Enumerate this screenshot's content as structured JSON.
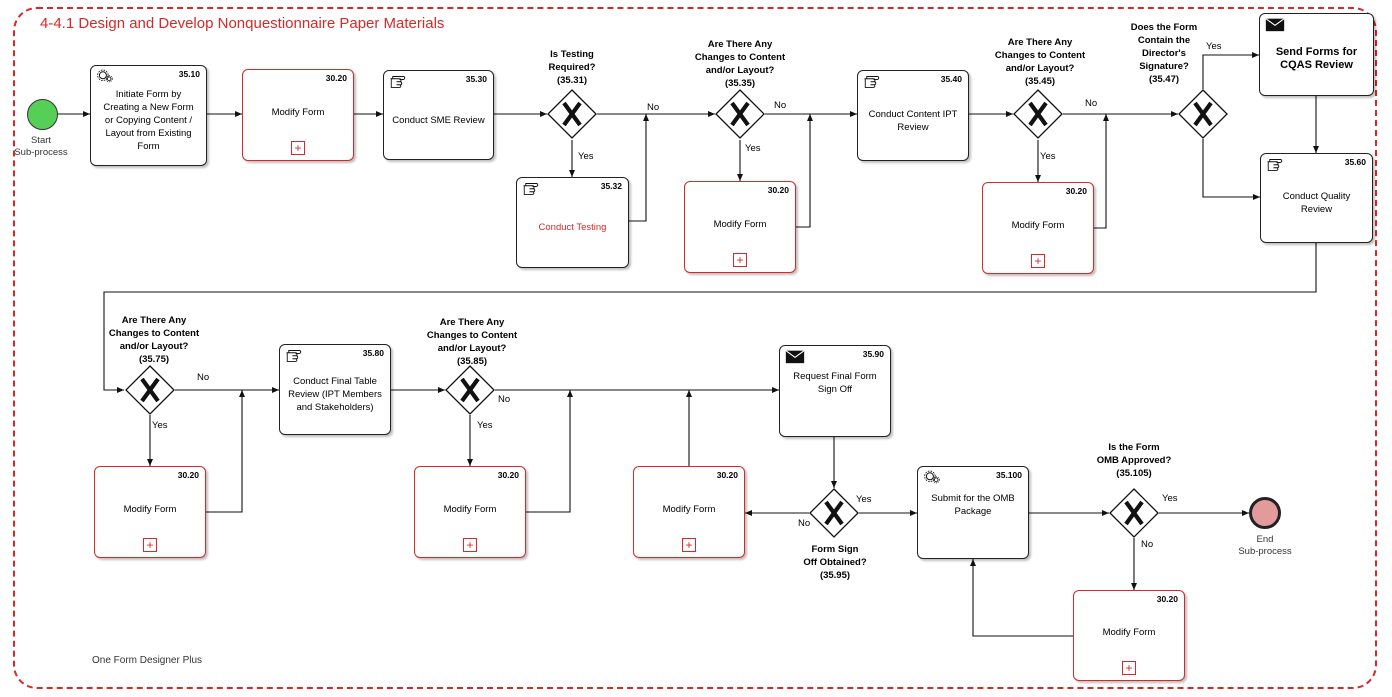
{
  "title": "4-4.1 Design and Develop Nonquestionnaire Paper Materials",
  "footer": "One Form Designer Plus",
  "colors": {
    "accent": "#d42a2a",
    "start_event": "#55cf55",
    "end_event": "#e29a9a"
  },
  "events": {
    "start": {
      "line1": "Start",
      "line2": "Sub-process"
    },
    "end": {
      "line1": "End",
      "line2": "Sub-process"
    }
  },
  "tasks": {
    "t3510": {
      "number": "35.10",
      "label": "Initiate Form by Creating a New Form or Copying Content / Layout from Existing Form",
      "icon": "gear-icon"
    },
    "t3020a": {
      "number": "30.20",
      "label": "Modify Form"
    },
    "t3530": {
      "number": "35.30",
      "label": "Conduct SME Review",
      "icon": "hand-icon"
    },
    "t3532": {
      "number": "35.32",
      "label": "Conduct Testing",
      "icon": "hand-icon"
    },
    "t3020b": {
      "number": "30.20",
      "label": "Modify Form"
    },
    "t3540": {
      "number": "35.40",
      "label": "Conduct Content IPT Review",
      "icon": "hand-icon"
    },
    "t3020c": {
      "number": "30.20",
      "label": "Modify Form"
    },
    "t3550": {
      "label": "Send Forms for CQAS Review",
      "icon": "envelope-icon"
    },
    "t3560": {
      "number": "35.60",
      "label": "Conduct Quality Review",
      "icon": "hand-icon"
    },
    "t3020d": {
      "number": "30.20",
      "label": "Modify Form"
    },
    "t3580": {
      "number": "35.80",
      "label": "Conduct Final Table Review (IPT Members and Stakeholders)",
      "icon": "hand-icon"
    },
    "t3020e": {
      "number": "30.20",
      "label": "Modify Form"
    },
    "t3020f": {
      "number": "30.20",
      "label": "Modify Form"
    },
    "t3590": {
      "number": "35.90",
      "label": "Request Final Form Sign Off",
      "icon": "envelope-icon"
    },
    "t35100": {
      "number": "35.100",
      "label": "Submit for the OMB Package",
      "icon": "gear-icon"
    },
    "t3020g": {
      "number": "30.20",
      "label": "Modify Form"
    }
  },
  "gateways": {
    "g3531": {
      "question": [
        "Is Testing",
        "Required?",
        "(35.31)"
      ]
    },
    "g3535": {
      "question": [
        "Are There Any",
        "Changes to Content",
        "and/or Layout?",
        "(35.35)"
      ]
    },
    "g3545": {
      "question": [
        "Are There Any",
        "Changes to Content",
        "and/or Layout?",
        "(35.45)"
      ]
    },
    "g3547": {
      "question": [
        "Does the Form",
        "Contain the",
        "Director's",
        "Signature?",
        "(35.47)"
      ]
    },
    "g3575": {
      "question": [
        "Are There Any",
        "Changes to Content",
        "and/or Layout?",
        "(35.75)"
      ]
    },
    "g3585": {
      "question": [
        "Are There Any",
        "Changes to Content",
        "and/or Layout?",
        "(35.85)"
      ]
    },
    "g3595": {
      "question": [
        "Form Sign",
        "Off Obtained?",
        "(35.95)"
      ]
    },
    "g35105": {
      "question": [
        "Is the Form",
        "OMB Approved?",
        "(35.105)"
      ]
    }
  },
  "flow_labels": {
    "yes": "Yes",
    "no": "No"
  }
}
